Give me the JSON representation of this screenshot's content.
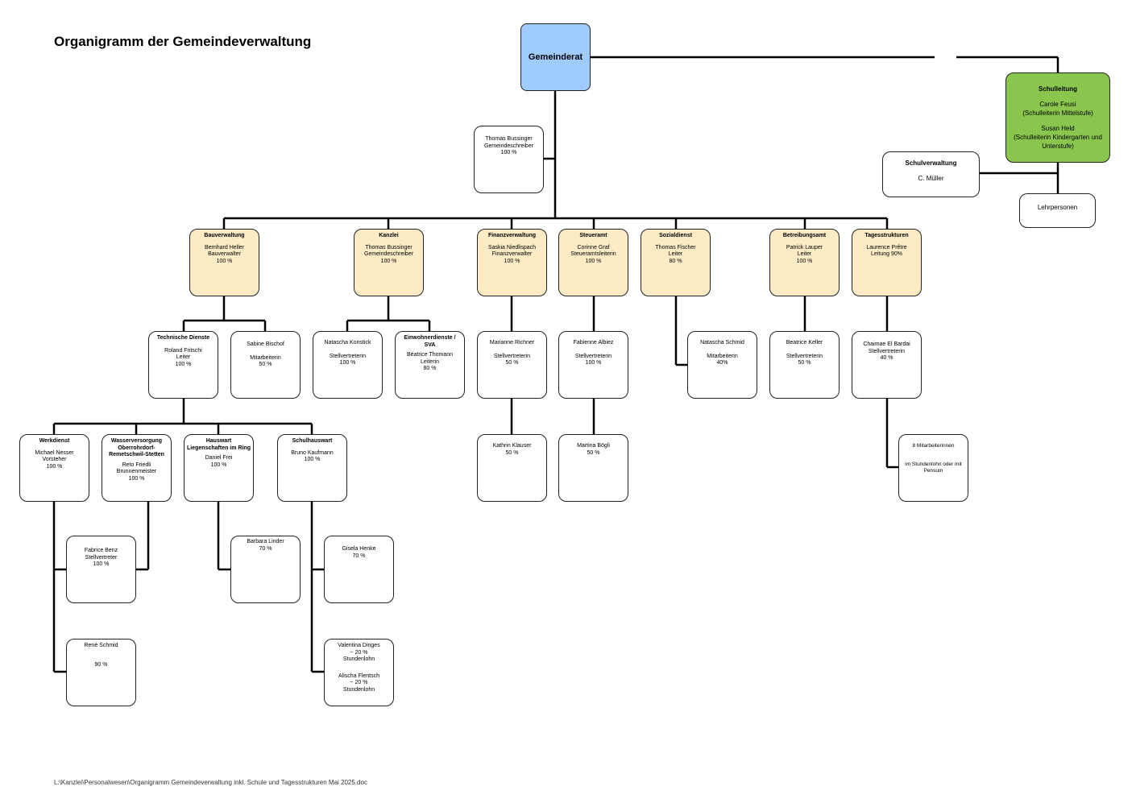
{
  "title": "Organigramm der Gemeindeverwaltung",
  "footer": "L:\\Kanzlei\\Personalwesen\\Organigramm Gemeindeverwaltung inkl. Schule und Tagesstrukturen Mai 2025.doc",
  "colors": {
    "council": "#9fcbff",
    "school": "#8ac54d",
    "department": "#fdebc6",
    "staff": "#ffffff"
  },
  "council": {
    "label": "Gemeinderat"
  },
  "secretary": {
    "name": "Thomas Bussinger",
    "role": "Gemeindeschreiber",
    "pct": "100 %"
  },
  "school": {
    "head": {
      "title": "Schulleitung",
      "p1_name": "Carole Feusi",
      "p1_role": "(Schulleiterin Mittelstufe)",
      "p2_name": "Susan Held",
      "p2_role": "(Schulleiterin Kindergarten und Unterstufe)"
    },
    "admin": {
      "title": "Schulverwaltung",
      "name": "C. Müller"
    },
    "teachers": {
      "label": "Lehrpersonen"
    }
  },
  "departments": {
    "bau": {
      "title": "Bauverwaltung",
      "name": "Bernhard Heller",
      "role": "Bauverwalter",
      "pct": "100 %"
    },
    "kanzlei": {
      "title": "Kanzlei",
      "name": "Thomas Bussinger",
      "role": "Gemeindeschreiber",
      "pct": "100 %"
    },
    "finanz": {
      "title": "Finanzverwaltung",
      "name": "Saskia Niedlispach",
      "role": "Finanzverwalter",
      "pct": "100 %"
    },
    "steuer": {
      "title": "Steueramt",
      "name": "Corinne Graf",
      "role": "Steueramtsleiterin",
      "pct": "100 %"
    },
    "sozial": {
      "title": "Sozialdienst",
      "name": "Thomas Fischer",
      "role": "Leiter",
      "pct": "80 %"
    },
    "betreibung": {
      "title": "Betreibungsamt",
      "name": "Patrick Lauper",
      "role": "Leiter",
      "pct": "100 %"
    },
    "tages": {
      "title": "Tagesstrukturen",
      "name": "Laurence Prêtre",
      "role": "Leitung 90%"
    }
  },
  "staff": {
    "tech": {
      "title": "Technische Dienste",
      "name": "Roland Fritschi",
      "role": "Leiter",
      "pct": "100 %"
    },
    "bischof": {
      "name": "Sabine Bischof",
      "role": "Mitarbeiterin",
      "pct": "50 %"
    },
    "konstick": {
      "name": "Natascha Konstick",
      "role": "Stellvertreterin",
      "pct": "100 %"
    },
    "einwohner": {
      "title": "Einwohnerdienste / SVA",
      "name": "Béatrice Thomann",
      "role": "Leiterin",
      "pct": "80 %"
    },
    "richner": {
      "name": "Marianne Richner",
      "role": "Stellvertreterin",
      "pct": "50 %"
    },
    "albiez": {
      "name": "Fabienne Albiez",
      "role": "Stellvertreterin",
      "pct": "100 %"
    },
    "schmid_n": {
      "name": "Natascha Schmid",
      "role": "Mitarbeiterin",
      "pct": "40%"
    },
    "keller": {
      "name": "Beatrice Keller",
      "role": "Stellvertreterin",
      "pct": "50 %"
    },
    "elbardai": {
      "name": "Chaimae El Bardai",
      "role": "Stellvertreterin",
      "pct": "40 %"
    },
    "klauser": {
      "name": "Kathrin Klauser",
      "pct": "50 %"
    },
    "boegli": {
      "name": "Martina Bögli",
      "pct": "50 %"
    },
    "tages_team": {
      "line1": "8 Mitarbeiterinnen",
      "line2": "im Stundenlohn oder mit Pensum"
    },
    "werkdienst": {
      "title": "Werkdienst",
      "name": "Michael Nesser",
      "role": "Vorsteher",
      "pct": "100 %"
    },
    "wasser": {
      "title": "Wasserversorgung Oberrohrdorf-Remetschwil-Stetten",
      "name": "Reto Friedli",
      "role": "Brunnenmeister",
      "pct": "100 %"
    },
    "hauswart": {
      "title": "Hauswart Liegenschaften im Ring",
      "name": "Daniel Frei",
      "pct": "100 %"
    },
    "schulhaus": {
      "title": "Schulhauswart",
      "name": "Bruno Kaufmann",
      "pct": "100 %"
    },
    "benz": {
      "name": "Fabrice Benz",
      "role": "Stellvertreter",
      "pct": "100 %"
    },
    "schmid_r": {
      "name": "René Schmid",
      "pct": "90 %"
    },
    "linder": {
      "name": "Barbara Linder",
      "pct": "70 %"
    },
    "henke": {
      "name": "Gisela Henke",
      "pct": "70 %"
    },
    "dinges": {
      "name": "Valentina Dinges",
      "pct": "~ 20 %",
      "note": "Stundenlohn"
    },
    "flentsch": {
      "name": "Alischa Flentsch",
      "pct": "~ 20 %",
      "note": "Stundenlohn"
    }
  }
}
